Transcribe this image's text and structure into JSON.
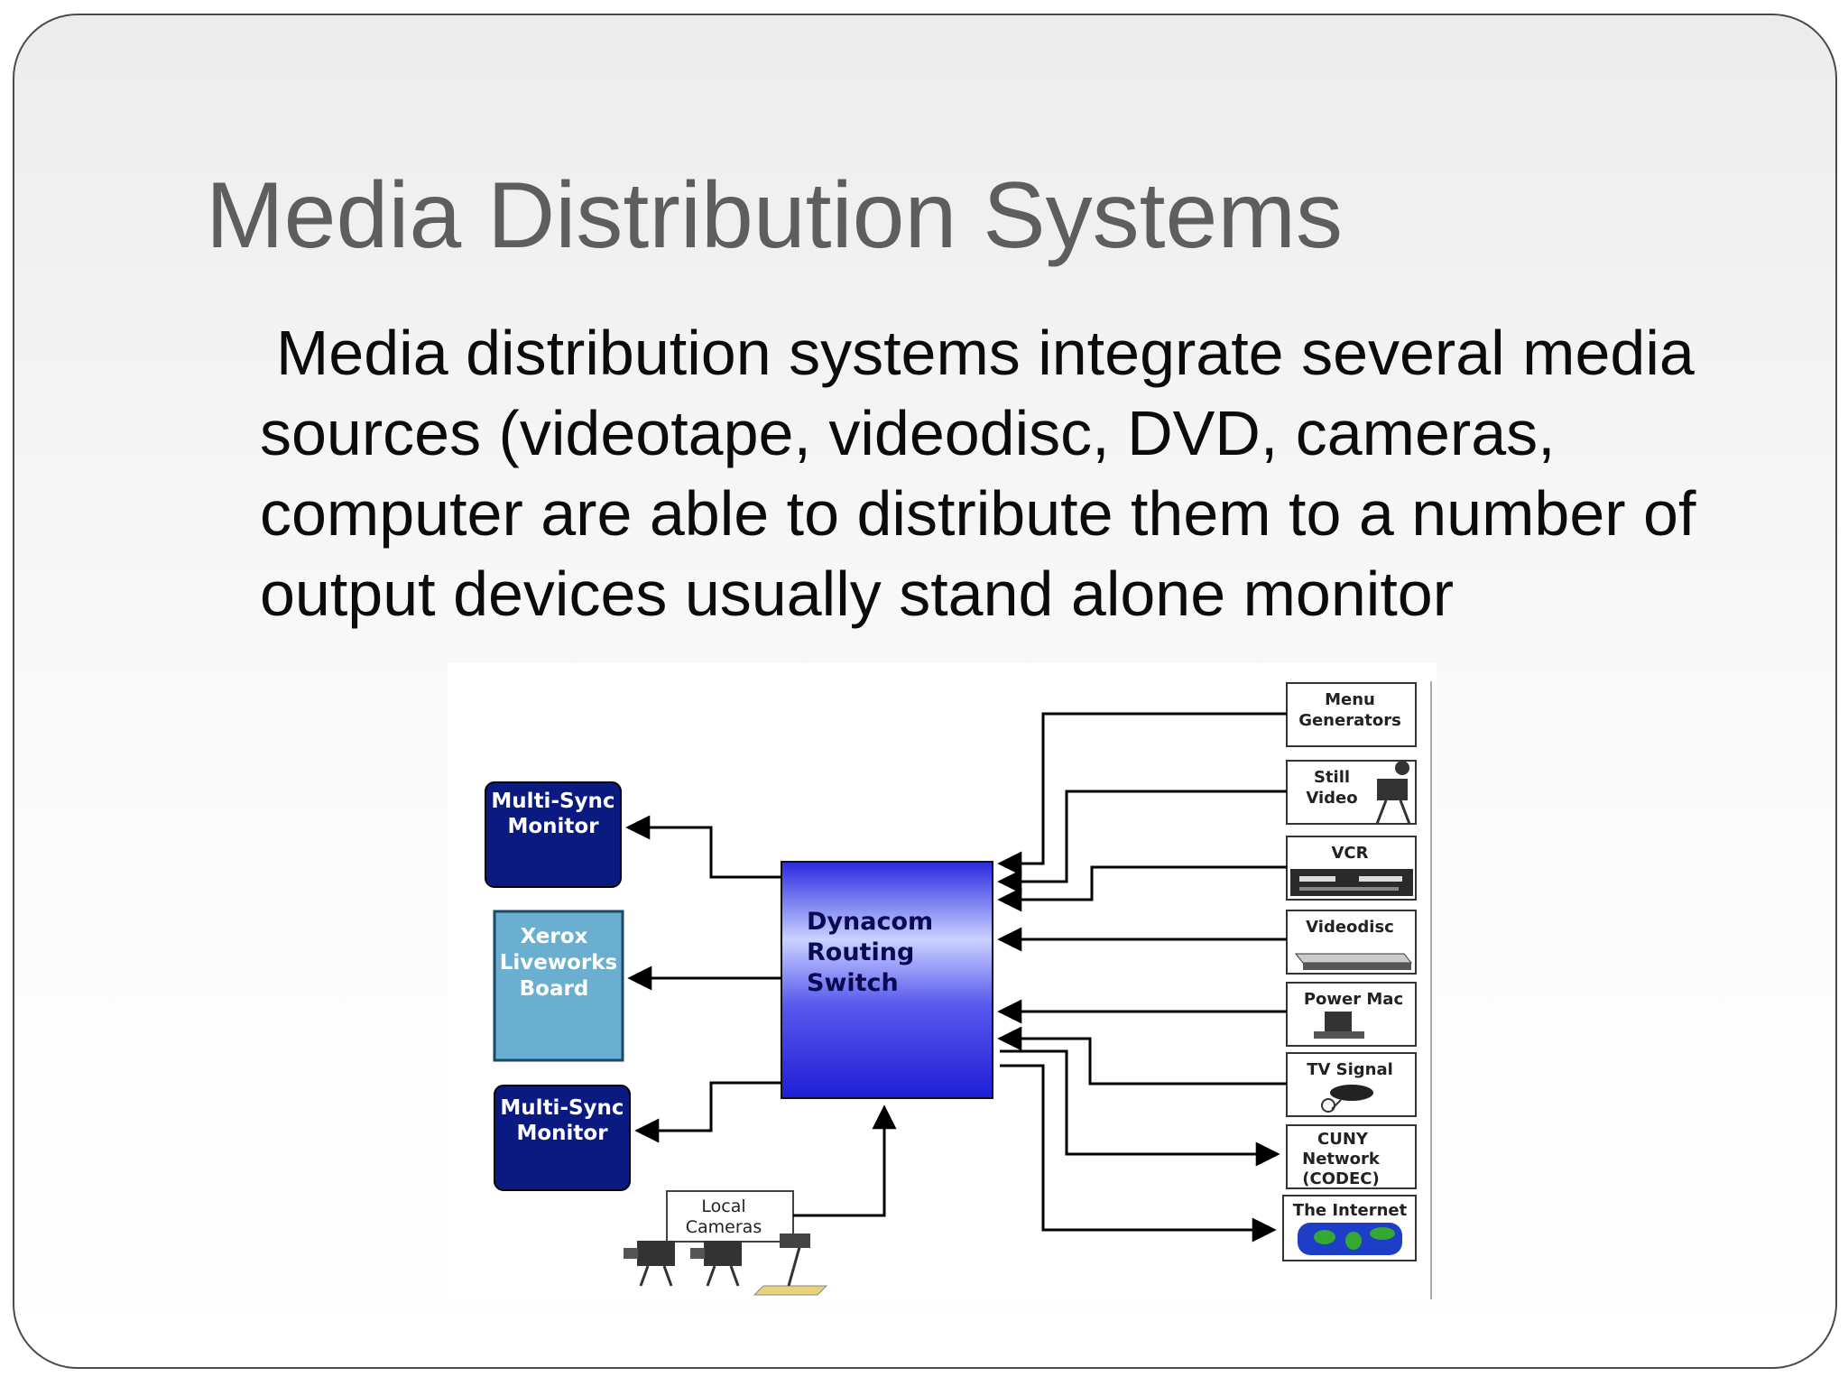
{
  "slide": {
    "title": "Media Distribution Systems",
    "body": "Media distribution systems integrate several media sources (videotape, videodisc, DVD, cameras, computer are able to distribute them to a number of output devices usually stand alone monitor"
  },
  "diagram": {
    "switch_lines": [
      "Dynacom",
      "Routing",
      "Switch"
    ],
    "outputs": [
      {
        "lines": [
          "Multi-Sync",
          "Monitor"
        ]
      },
      {
        "lines": [
          "Xerox",
          "Liveworks",
          "Board"
        ]
      },
      {
        "lines": [
          "Multi-Sync",
          "Monitor"
        ]
      }
    ],
    "local_cameras": [
      "Local",
      "Cameras"
    ],
    "sources": [
      {
        "lines": [
          "Menu",
          "Generators"
        ]
      },
      {
        "lines": [
          "Still",
          "Video"
        ]
      },
      {
        "lines": [
          "VCR"
        ]
      },
      {
        "lines": [
          "Videodisc"
        ]
      },
      {
        "lines": [
          "Power Mac"
        ]
      },
      {
        "lines": [
          "TV Signal"
        ]
      },
      {
        "lines": [
          "CUNY",
          "Network",
          "(CODEC)"
        ]
      },
      {
        "lines": [
          "The Internet"
        ]
      }
    ],
    "colors": {
      "navy": "#0a1a80",
      "teal": "#6aaed0",
      "switch_light": "#cfd6ff",
      "switch_dark": "#2424d8"
    }
  }
}
